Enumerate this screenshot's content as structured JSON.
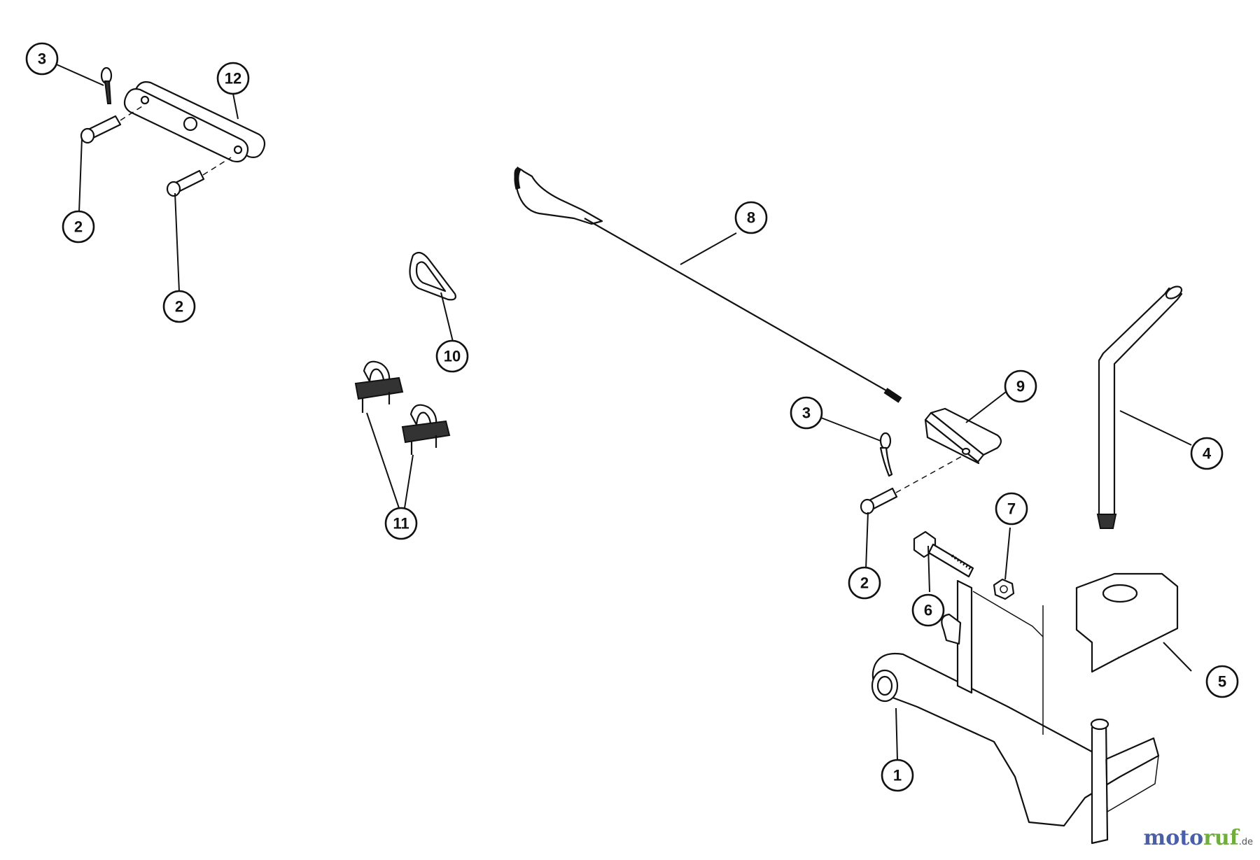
{
  "callouts": [
    {
      "id": "c3a",
      "label": "3"
    },
    {
      "id": "c12",
      "label": "12"
    },
    {
      "id": "c2a",
      "label": "2"
    },
    {
      "id": "c2b",
      "label": "2"
    },
    {
      "id": "c10",
      "label": "10"
    },
    {
      "id": "c11",
      "label": "11"
    },
    {
      "id": "c8",
      "label": "8"
    },
    {
      "id": "c9",
      "label": "9"
    },
    {
      "id": "c3b",
      "label": "3"
    },
    {
      "id": "c4",
      "label": "4"
    },
    {
      "id": "c7",
      "label": "7"
    },
    {
      "id": "c2c",
      "label": "2"
    },
    {
      "id": "c6",
      "label": "6"
    },
    {
      "id": "c5",
      "label": "5"
    },
    {
      "id": "c1",
      "label": "1"
    }
  ],
  "watermark": {
    "part1": "moto",
    "part2": "ruf",
    "suffix": ".de",
    "colors": {
      "part1": "#4a5fa8",
      "part2": "#6fae3c"
    }
  }
}
